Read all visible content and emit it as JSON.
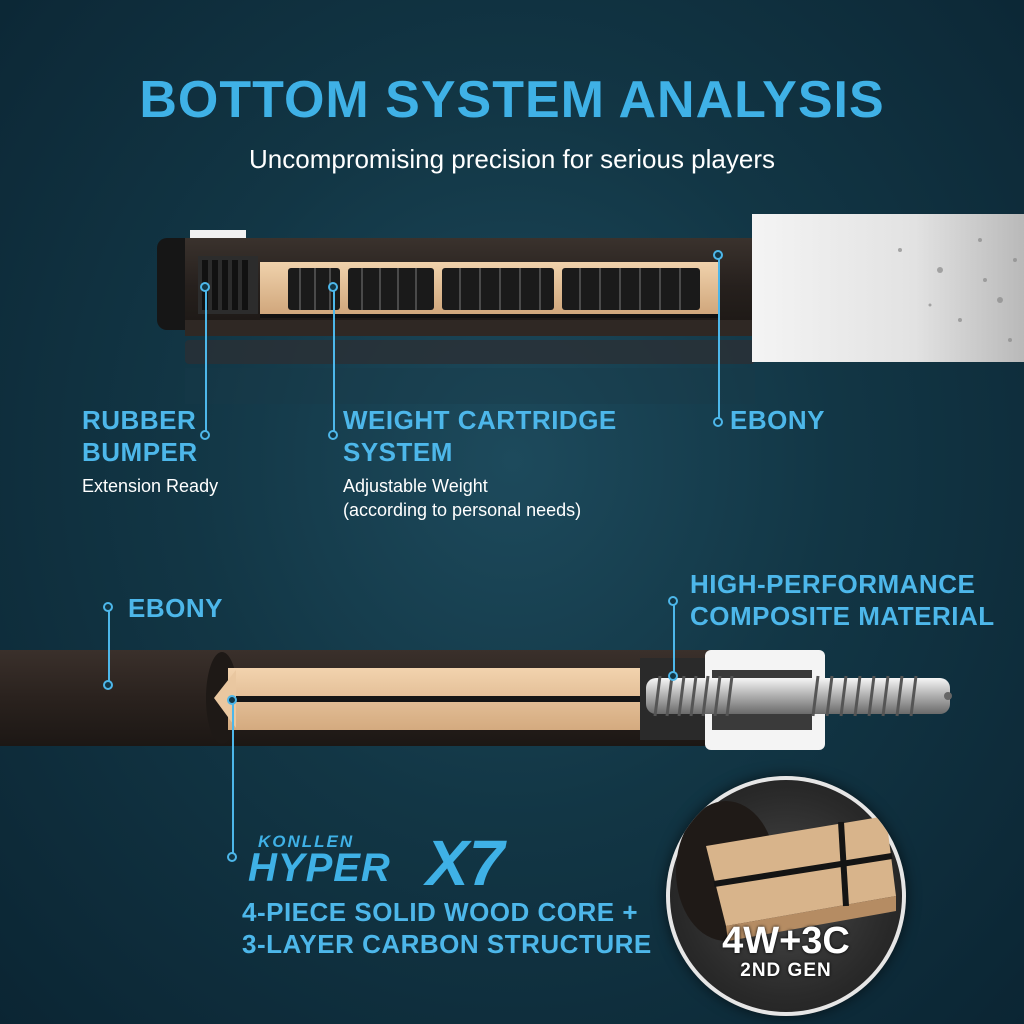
{
  "header": {
    "title": "BOTTOM SYSTEM ANALYSIS",
    "subtitle": "Uncompromising precision for serious players"
  },
  "top_callouts": {
    "rubber_bumper": {
      "line1": "RUBBER",
      "line2": "BUMPER",
      "note": "Extension Ready"
    },
    "weight_cartridge": {
      "line1": "WEIGHT CARTRIDGE",
      "line2": "SYSTEM",
      "note1": "Adjustable Weight",
      "note2": "(according to personal needs)"
    },
    "ebony": {
      "label": "EBONY"
    }
  },
  "bottom_callouts": {
    "ebony": {
      "label": "EBONY"
    },
    "composite": {
      "line1": "HIGH-PERFORMANCE",
      "line2": "COMPOSITE MATERIAL"
    }
  },
  "brand": {
    "top": "KONLLEN",
    "main": "HYPER",
    "model": "X7"
  },
  "core": {
    "line1": "4-PIECE SOLID WOOD CORE +",
    "line2": "3-LAYER CARBON STRUCTURE"
  },
  "badge": {
    "main": "4W+3C",
    "gen": "2ND GEN"
  },
  "colors": {
    "accent": "#3fb1e6",
    "background": "#123645",
    "wood": "#e3c29a",
    "ebony": "#2a2421"
  }
}
